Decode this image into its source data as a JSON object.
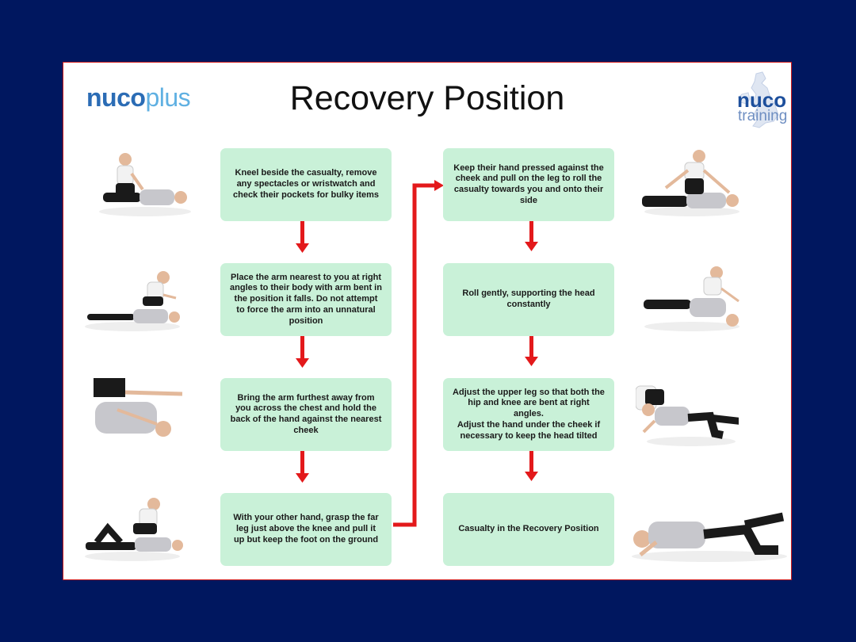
{
  "header": {
    "logo_left_a": "nuco",
    "logo_left_b": "plus",
    "title": "Recovery Position",
    "logo_right_a": "nuco",
    "logo_right_b": "training"
  },
  "steps": [
    {
      "text": "Kneel beside the casualty, remove any spectacles or wristwatch and check their pockets for bulky items"
    },
    {
      "text": "Place the arm nearest to you at right angles to their body with arm bent in the position it falls.  Do not attempt to force the arm into an unnatural position"
    },
    {
      "text": "Bring the arm furthest away from you across the chest and hold the back of the hand against the nearest cheek"
    },
    {
      "text": "With your other hand, grasp the far leg just above the knee and pull it up but keep the foot on the ground"
    },
    {
      "text": "Keep their hand pressed against the cheek and pull on the leg to roll the casualty towards you and onto their side"
    },
    {
      "text": "Roll gently, supporting the head constantly"
    },
    {
      "text": "Adjust the upper leg so that both the hip and knee are bent at right angles.\nAdjust the hand under the cheek if necessary to keep the head tilted"
    },
    {
      "text": "Casualty in the Recovery Position"
    }
  ],
  "colors": {
    "background": "#00175f",
    "box_fill": "#c9f1d8",
    "arrow": "#e3191b",
    "border": "#d01c1c"
  }
}
